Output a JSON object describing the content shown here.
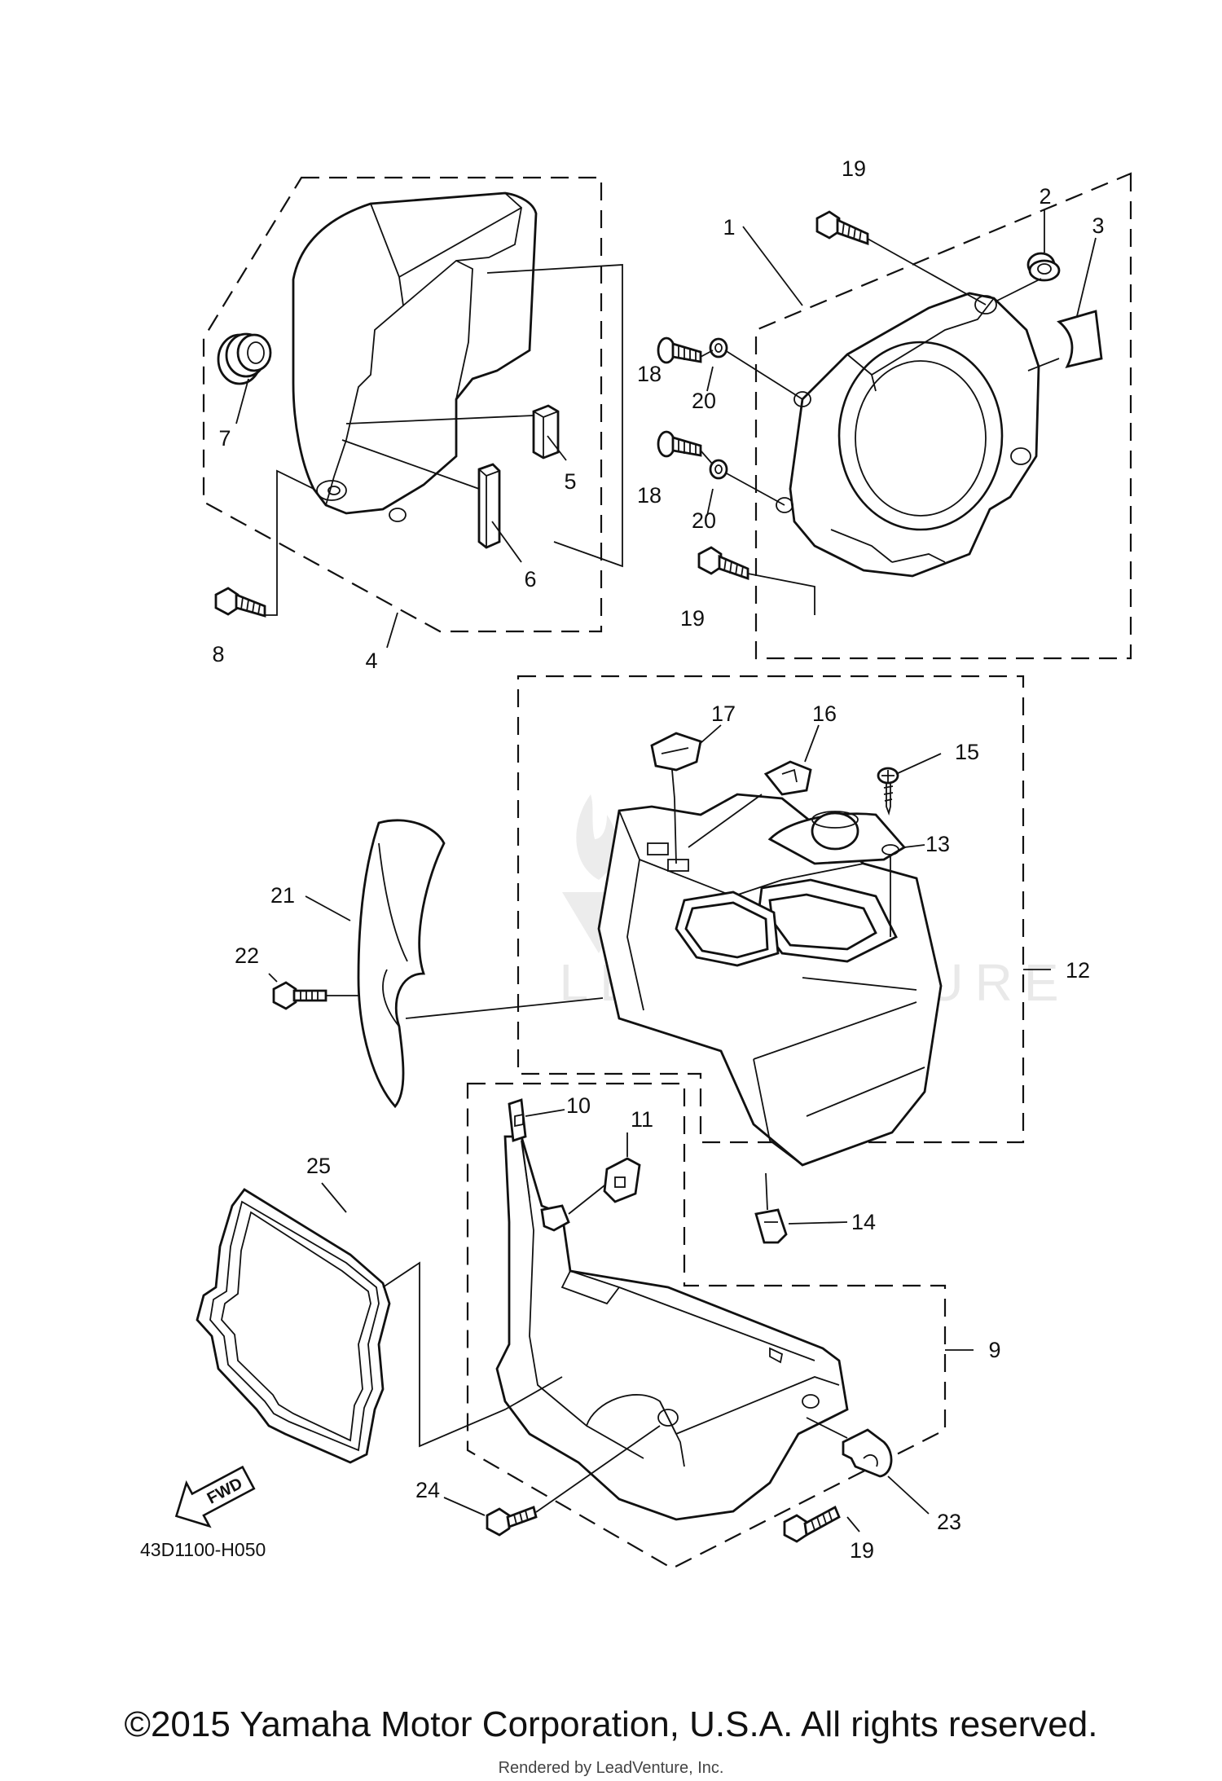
{
  "diagram": {
    "code": "43D1100-H050",
    "fwd_label": "FWD",
    "watermark": "LEADVENTURE",
    "copyright": "©2015 Yamaha Motor Corporation, U.S.A. All rights reserved.",
    "rendered_by": "Rendered by LeadVenture, Inc.",
    "callouts": [
      "1",
      "2",
      "3",
      "4",
      "5",
      "6",
      "7",
      "8",
      "9",
      "10",
      "11",
      "12",
      "13",
      "14",
      "15",
      "16",
      "17",
      "18",
      "18",
      "19",
      "19",
      "19",
      "20",
      "20",
      "21",
      "22",
      "23",
      "24",
      "25"
    ]
  }
}
